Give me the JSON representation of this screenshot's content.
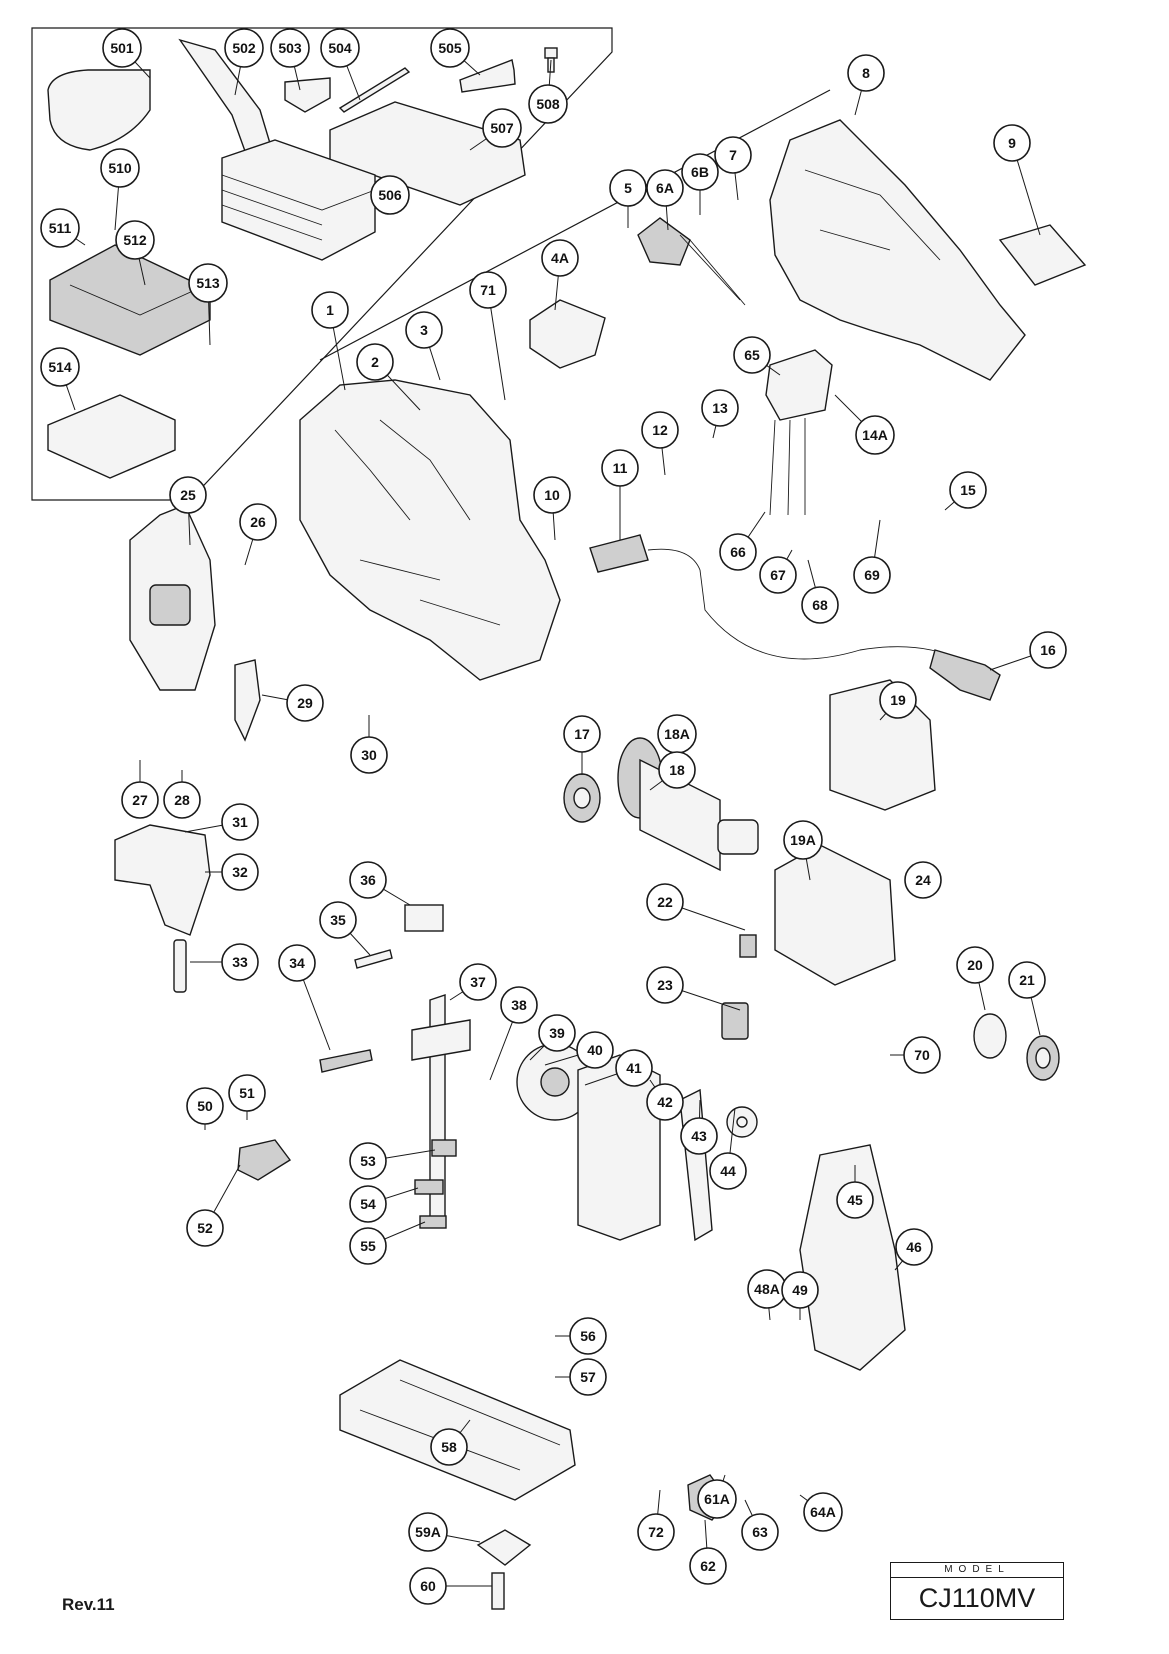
{
  "document": {
    "revision": "Rev.11",
    "model_heading": "MODEL",
    "model_name": "CJ110MV"
  },
  "callouts": [
    "501",
    "502",
    "503",
    "504",
    "505",
    "508",
    "507",
    "506",
    "510",
    "511",
    "512",
    "513",
    "514",
    "8",
    "9",
    "7",
    "6A",
    "6B",
    "5",
    "4A",
    "71",
    "3",
    "1",
    "2",
    "65",
    "14A",
    "13",
    "12",
    "11",
    "10",
    "15",
    "66",
    "67",
    "68",
    "69",
    "16",
    "25",
    "26",
    "29",
    "30",
    "27",
    "28",
    "31",
    "32",
    "33",
    "17",
    "18A",
    "18",
    "19",
    "19A",
    "24",
    "22",
    "23",
    "20",
    "21",
    "70",
    "36",
    "35",
    "34",
    "37",
    "38",
    "39",
    "40",
    "41",
    "42",
    "43",
    "44",
    "45",
    "46",
    "50",
    "51",
    "52",
    "53",
    "54",
    "55",
    "56",
    "57",
    "58",
    "59A",
    "60",
    "48A",
    "49",
    "72",
    "61A",
    "62",
    "63",
    "64A"
  ],
  "colors": {
    "line": "#1a1a1a",
    "fill_light": "#f4f4f4",
    "fill_mid": "#cfcfcf",
    "fill_dark": "#3a3a3a"
  }
}
